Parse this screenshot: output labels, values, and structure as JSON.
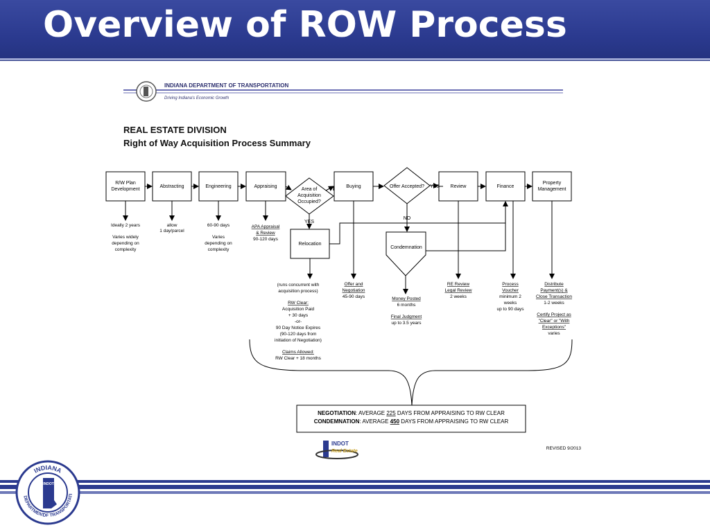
{
  "slide": {
    "title": "Overview of ROW Process"
  },
  "letterhead": {
    "org": "INDIANA DEPARTMENT OF TRANSPORTATION",
    "tagline": "Driving Indiana's Economic Growth"
  },
  "doc": {
    "heading1": "REAL ESTATE DIVISION",
    "heading2": "Right of Way Acquisition Process Summary",
    "revised": "REVISED 9/2013"
  },
  "boxes": {
    "plan": [
      "R/W Plan",
      "Development"
    ],
    "abstracting": "Abstracting",
    "engineering": "Engineering",
    "appraising": "Appraising",
    "buying": "Buying",
    "review": "Review",
    "finance": "Finance",
    "property": [
      "Property",
      "Management"
    ],
    "relocation": "Relocation",
    "condemnation": "Condemnation"
  },
  "diamonds": {
    "occupied": [
      "Area of",
      "Acquisition",
      "Occupied?"
    ],
    "offer": "Offer Accepted?"
  },
  "branch_labels": {
    "occupied_yes": "YES",
    "offer_yes": "YES",
    "offer_no": "NO"
  },
  "notes": {
    "plan": [
      "Ideally 2 years",
      "",
      "Varies widely",
      "depending on",
      "complexity"
    ],
    "abstracting": [
      "allow",
      "1 day/parcel"
    ],
    "engineering": [
      "60-90 days",
      "",
      "Varies",
      "depending on",
      "complexity"
    ],
    "appraising_link": [
      "APA Appraisal",
      "& Review"
    ],
    "appraising": "90-120 days",
    "relocation": [
      "(runs concurrent with",
      "acquisition process)"
    ],
    "rw_clear_title": "RW Clear:",
    "rw_clear": [
      "Acquisition Paid",
      "+ 30 days",
      "-or-",
      "90 Day Notice Expires",
      "(90-120 days from",
      "initiation of Negotiation)"
    ],
    "claims_title": "Claims Allowed:",
    "claims": "RW Clear + 18 months",
    "buying_link": [
      "Offer and",
      "Negotiation"
    ],
    "buying": "45-90 days",
    "money_link": "Money Posted",
    "money": "6 months",
    "judgment_link": "Final Judgment",
    "judgment": "up to 3.5 years",
    "review_link": [
      "RE Review",
      "Legal Review"
    ],
    "review": "2 weeks",
    "finance_link": [
      "Process",
      "Voucher"
    ],
    "finance": [
      "minimum 2",
      "weeks",
      "up to 90 days"
    ],
    "property_link": [
      "Distribute",
      "Payment(s) &",
      "Close Transaction"
    ],
    "property": "1-2 weeks",
    "certify_link": [
      "Certify Project as",
      "\"Clear\" or \"With",
      "Exceptions\""
    ],
    "certify": "varies"
  },
  "summary": {
    "neg_label": "NEGOTIATION",
    "neg_pre": ": AVERAGE ",
    "neg_days": "225",
    "neg_post": " DAYS FROM APPRAISING TO RW CLEAR",
    "con_label": "CONDEMNATION",
    "con_pre": ": AVERAGE ",
    "con_days": "450",
    "con_post": " DAYS FROM APPRAISING TO RW CLEAR"
  },
  "logo": {
    "line1": "INDOT",
    "line2": "Real Estate"
  },
  "seal": {
    "ring_top": "INDIANA",
    "ring_left": "DEPARTMENT",
    "ring_right": "OF TRANSPORTATION",
    "center": "INDOT"
  },
  "colors": {
    "header_blue": "#2b3a8f",
    "footer_blue": "#2b3a8f",
    "doc_line": "#6b6fb3"
  }
}
